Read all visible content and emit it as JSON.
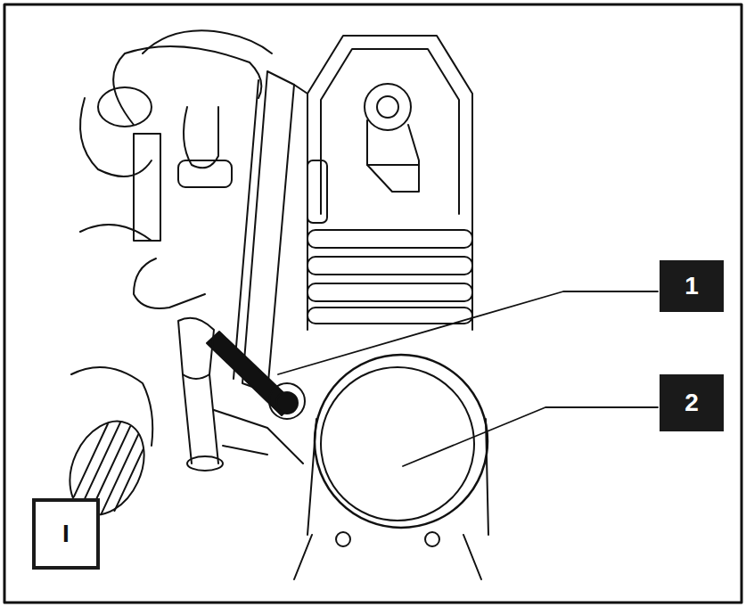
{
  "diagram": {
    "nodes": [
      {
        "text": [
          "1"
        ]
      },
      {
        "text": [
          "2"
        ]
      },
      {
        "text": [
          "I"
        ]
      }
    ]
  }
}
